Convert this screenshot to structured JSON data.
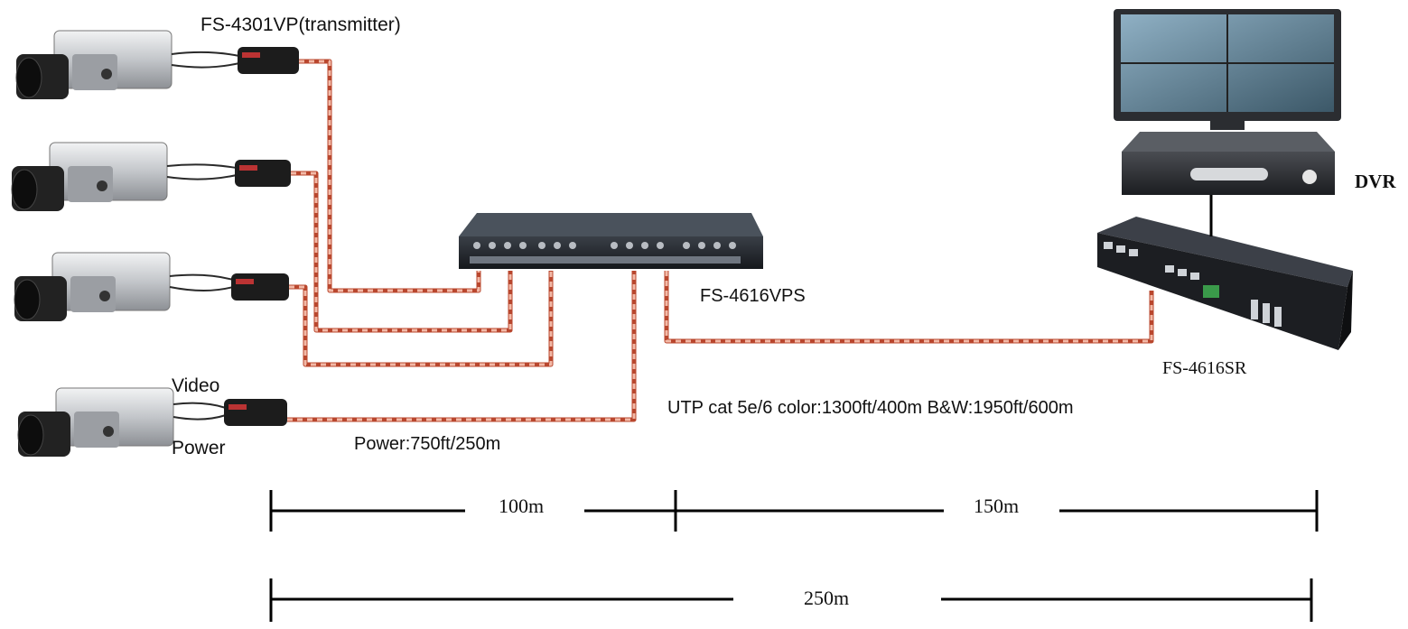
{
  "labels": {
    "transmitter": "FS-4301VP(transmitter)",
    "video": "Video",
    "power": "Power",
    "power_distance": "Power:750ft/250m",
    "hub": "FS-4616VPS",
    "utp_spec": "UTP cat 5e/6   color:1300ft/400m   B&W:1950ft/600m",
    "receiver": "FS-4616SR",
    "dvr": "DVR"
  },
  "scale": {
    "segment_1": "100m",
    "segment_2": "150m",
    "total": "250m"
  },
  "colors": {
    "cable_light": "#f2b9a7",
    "cable_dark": "#b9472e",
    "scale_line": "#000000",
    "device_body": "#1a1d22",
    "camera_body": "#c9cbce"
  }
}
